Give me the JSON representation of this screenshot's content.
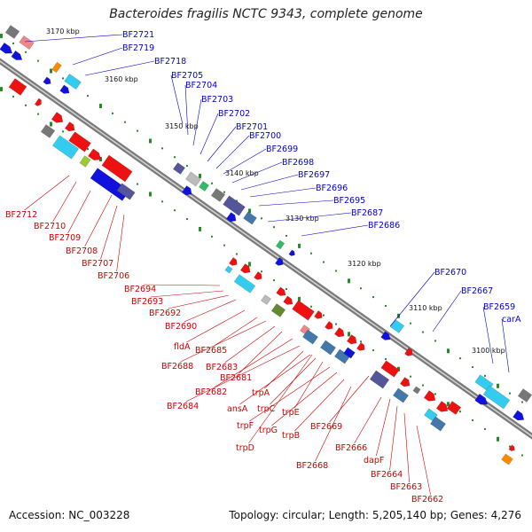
{
  "title": "Bacteroides fragilis NCTC 9343, complete genome",
  "footer": {
    "accession": "Accession: NC_003228",
    "summary": "Topology: circular; Length: 5,205,140 bp; Genes: 4,276"
  },
  "colors": {
    "backbone": "#7a7a7a",
    "forward_label": "#0000cc",
    "reverse_label": "#cc0000",
    "tick": "#2a8a2a"
  },
  "scale_labels": [
    "3170 kbp",
    "3160 kbp",
    "3150 kbp",
    "3140 kbp",
    "3130 kbp",
    "3120 kbp",
    "3110 kbp",
    "3100 kbp"
  ],
  "forward_labels": [
    "BF2721",
    "BF2719",
    "BF2718",
    "BF2705",
    "BF2704",
    "BF2703",
    "BF2702",
    "BF2701",
    "BF2700",
    "BF2699",
    "BF2698",
    "BF2697",
    "BF2696",
    "BF2695",
    "BF2687",
    "BF2686",
    "BF2670",
    "BF2667",
    "BF2659",
    "carA"
  ],
  "reverse_labels": [
    "BF2712",
    "BF2710",
    "BF2709",
    "BF2708",
    "BF2707",
    "BF2706",
    "BF2694",
    "BF2693",
    "BF2692",
    "BF2690",
    "fldA",
    "BF2685",
    "BF2688",
    "BF2683",
    "BF2681",
    "BF2682",
    "BF2684",
    "trpA",
    "ansA",
    "trpC",
    "trpE",
    "trpF",
    "trpG",
    "trpB",
    "BF2669",
    "trpD",
    "BF2666",
    "BF2668",
    "dapF",
    "BF2664",
    "BF2663",
    "BF2662"
  ]
}
